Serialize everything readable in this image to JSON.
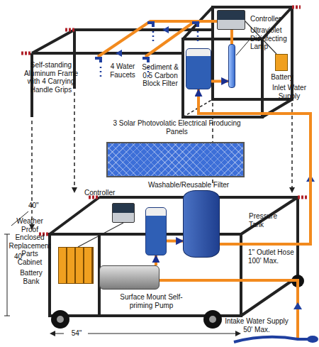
{
  "diagram": {
    "nodes": [
      {
        "text": [
          "Controller"
        ]
      },
      {
        "text": [
          "Ultraviolet Disinfecting Lamp"
        ]
      },
      {
        "text": [
          "Sediment & 0.5 Carbon Block Filter"
        ]
      },
      {
        "text": [
          "Battery"
        ]
      },
      {
        "text": [
          "3 Solar Photovolatic Electrical Producing Panels"
        ]
      },
      {
        "text": [
          "Controller"
        ]
      },
      {
        "text": [
          "Washable/Reusable Filter"
        ]
      },
      {
        "text": [
          "Pressure Tank"
        ]
      },
      {
        "text": [
          "Surface Mount Self-priming Pump"
        ]
      },
      {
        "text": [
          "Battery Bank"
        ]
      }
    ],
    "edges": [
      {
        "from": 8,
        "to": 6,
        "arrow": "to"
      },
      {
        "from": 6,
        "to": 7,
        "arrow": "to"
      },
      {
        "from": 7,
        "to": 2,
        "arrow": "to",
        "label": "Inlet Water Supply"
      },
      {
        "from": 2,
        "to": 1,
        "arrow": "to"
      }
    ],
    "labels": [
      "Self-standing Aluminum Frame with 4 Carrying Handle Grips",
      "4 Water Faucets",
      "40\"",
      "Weather Proof Enclosed Replacement Parts Cabinet",
      "40\"",
      "1\" Outlet Hose 100' Max.",
      "Intake Water Supply 50' Max.",
      "54\""
    ]
  }
}
